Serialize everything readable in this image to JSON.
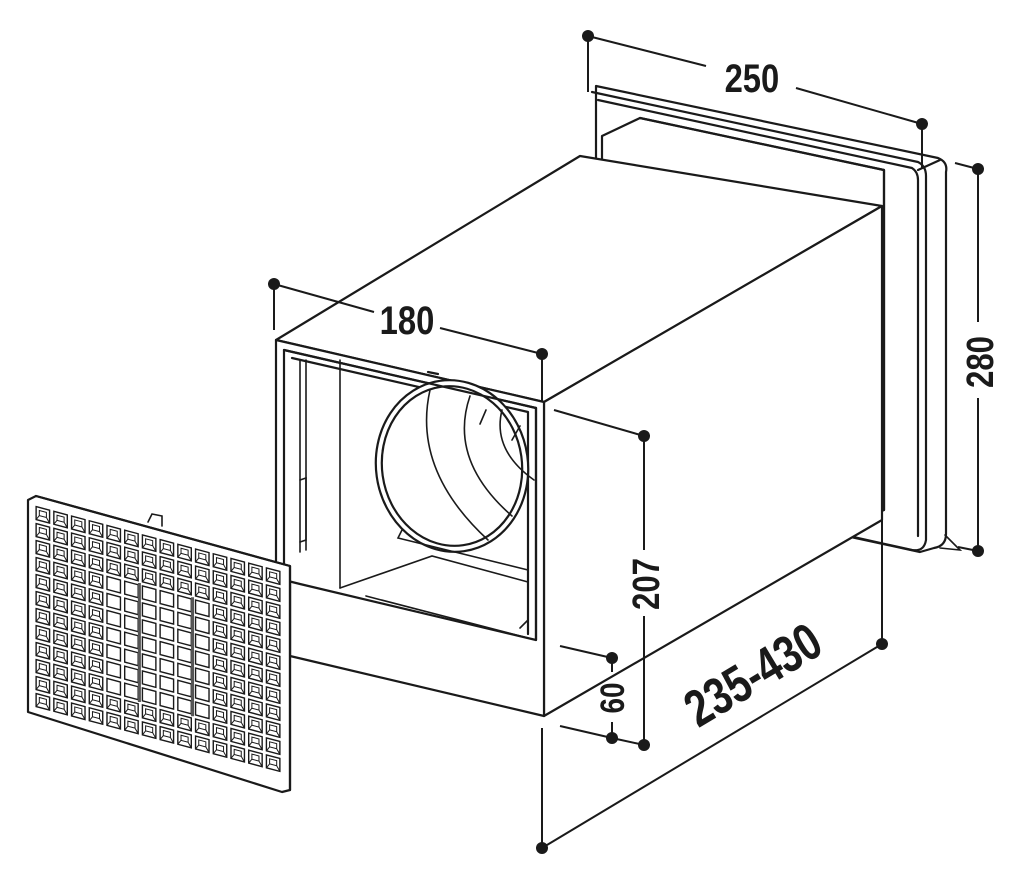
{
  "diagram": {
    "subject": "wall ventilation duct with front grille",
    "colors": {
      "line": "#1a1a1a",
      "background": "#ffffff"
    },
    "dimensions": {
      "flange_width": "250",
      "flange_height": "280",
      "body_width": "180",
      "opening_height": "207",
      "bottom_offset": "60",
      "length_range": "235-430"
    },
    "grille": {
      "columns": 14,
      "rows": 12
    },
    "units_note": ""
  }
}
